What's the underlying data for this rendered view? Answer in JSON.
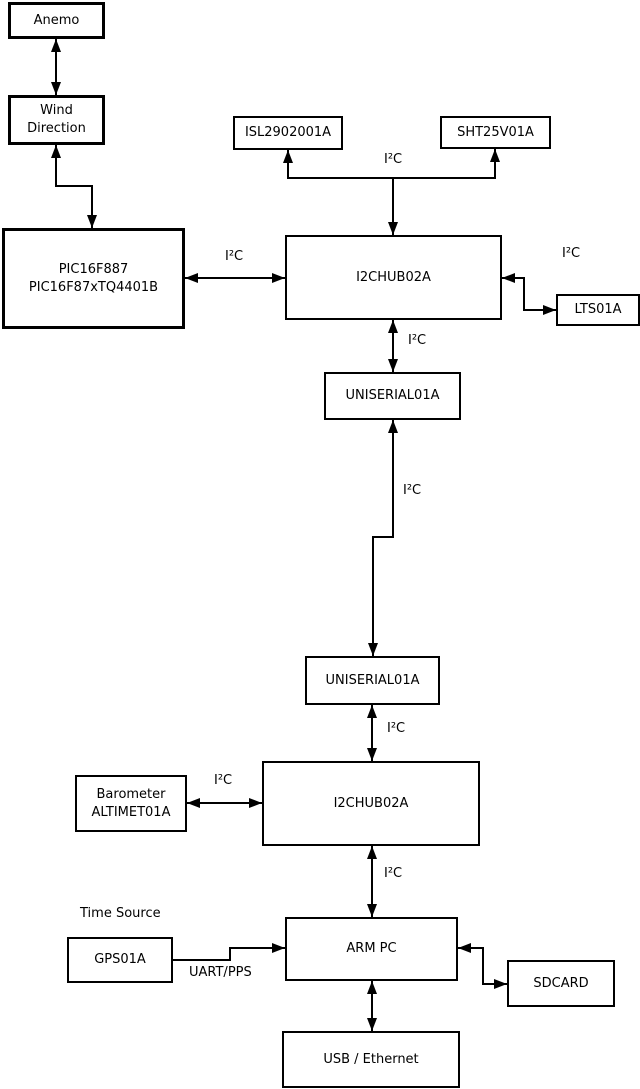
{
  "diagram": {
    "boxes": {
      "anemo": "Anemo",
      "wind_direction": "Wind\nDirection",
      "pic": "PIC16F887\nPIC16F87xTQ4401B",
      "isl": "ISL2902001A",
      "sht": "SHT25V01A",
      "hub1": "I2CHUB02A",
      "lts": "LTS01A",
      "uniserial_top": "UNISERIAL01A",
      "uniserial_bottom": "UNISERIAL01A",
      "hub2": "I2CHUB02A",
      "barometer": "Barometer\nALTIMET01A",
      "gps": "GPS01A",
      "arm_pc": "ARM PC",
      "sdcard": "SDCARD",
      "usb_ethernet": "USB / Ethernet"
    },
    "labels": {
      "i2c_sensor_bus": "I²C",
      "i2c_pic_hub": "I²C",
      "i2c_lts": "I²C",
      "i2c_hub_serial": "I²C",
      "i2c_serial_link": "I²C",
      "i2c_serial_hub2": "I²C",
      "i2c_barometer": "I²C",
      "i2c_hub2_arm": "I²C",
      "time_source": "Time Source",
      "uart_pps": "UART/PPS"
    },
    "colors": {
      "line": "#000000",
      "box_border": "#000000",
      "box_fill": "#ffffff",
      "background": "#ffffff"
    }
  }
}
